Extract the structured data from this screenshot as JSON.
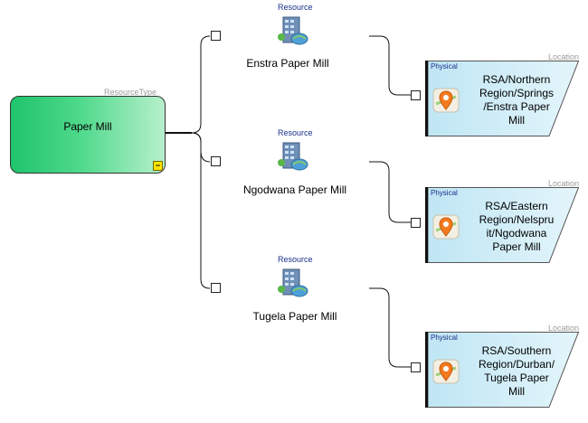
{
  "resource_type": {
    "tag": "ResourceType",
    "label": "Paper Mill",
    "collapse_glyph": "−",
    "color": "#1ec46b"
  },
  "resources": [
    {
      "tag": "Resource",
      "label": "Enstra Paper Mill",
      "icon": "building-globe-icon",
      "location": {
        "tag": "Location",
        "kind": "Physical",
        "lines": [
          "RSA/Northern",
          "Region/Springs",
          "/Enstra Paper",
          "Mill"
        ],
        "icon": "map-pin-icon"
      }
    },
    {
      "tag": "Resource",
      "label": "Ngodwana Paper Mill",
      "icon": "building-globe-icon",
      "location": {
        "tag": "Location",
        "kind": "Physical",
        "lines": [
          "RSA/Eastern",
          "Region/Nelspru",
          "it/Ngodwana",
          "Paper Mill"
        ],
        "icon": "map-pin-icon"
      }
    },
    {
      "tag": "Resource",
      "label": "Tugela Paper Mill",
      "icon": "building-globe-icon",
      "location": {
        "tag": "Location",
        "kind": "Physical",
        "lines": [
          "RSA/Southern",
          "Region/Durban/",
          "Tugela Paper",
          "Mill"
        ],
        "icon": "map-pin-icon"
      }
    }
  ],
  "colors": {
    "location_fill": "#bfe6f4",
    "location_fill_light": "#e4f5fb",
    "pin": "#f47a20"
  }
}
